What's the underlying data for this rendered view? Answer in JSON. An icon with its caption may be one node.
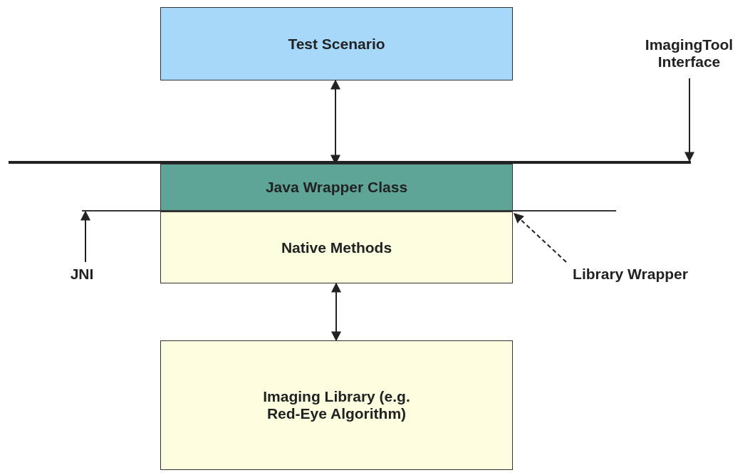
{
  "diagram": {
    "nodes": [
      {
        "text": [
          "Test Scenario"
        ]
      },
      {
        "text": [
          "ImagingTool Interface"
        ]
      },
      {
        "text": [],
        "shape": "bar"
      },
      {
        "text": [
          "Java Wrapper Class"
        ]
      },
      {
        "text": [],
        "shape": "bar"
      },
      {
        "text": [
          "Native Methods"
        ]
      },
      {
        "text": [
          "JNI"
        ]
      },
      {
        "text": [
          "Library Wrapper"
        ]
      },
      {
        "text": [
          "Imaging Library (e.g. Red-Eye Algorithm)"
        ]
      }
    ],
    "edges": [
      {
        "from": 0,
        "to": 3,
        "arrow": "both"
      },
      {
        "from": 1,
        "to": 2,
        "arrow": "to"
      },
      {
        "from": 6,
        "to": 4,
        "arrow": "to"
      },
      {
        "from": 7,
        "to": 5,
        "arrow": "to",
        "style": "dashed"
      },
      {
        "from": 5,
        "to": 8,
        "arrow": "both"
      }
    ]
  }
}
